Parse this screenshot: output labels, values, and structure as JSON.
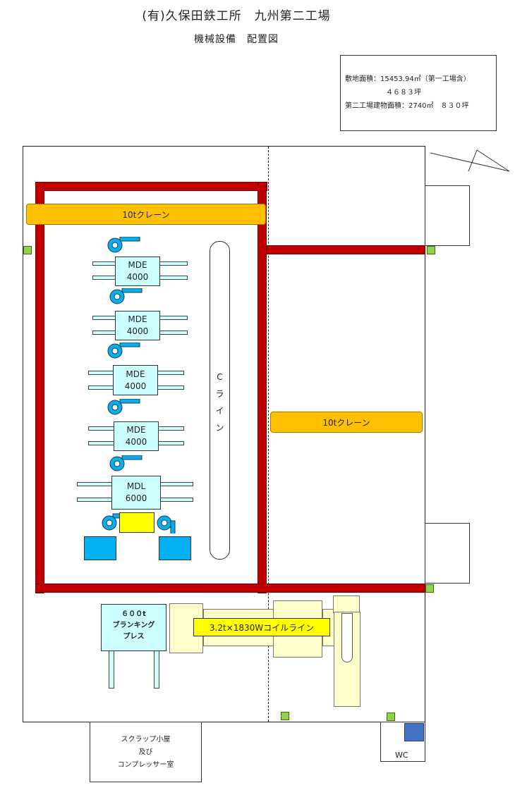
{
  "header": {
    "title": "(有)久保田鉄工所　九州第二工場",
    "subtitle": "機械設備　配置図"
  },
  "info": {
    "line1": "敷地面積：15453.94㎡（第一工場含）",
    "line2": "４６８３坪",
    "line3": "第二工場建物面積：2740㎡　８３０坪"
  },
  "cranes": {
    "left_label": "10tクレーン",
    "right_label": "10tクレーン"
  },
  "machines": [
    {
      "line1": "MDE",
      "line2": "4000"
    },
    {
      "line1": "MDE",
      "line2": "4000"
    },
    {
      "line1": "MDE",
      "line2": "4000"
    },
    {
      "line1": "MDE",
      "line2": "4000"
    },
    {
      "line1": "MDL",
      "line2": "6000"
    }
  ],
  "c_line": {
    "chars": [
      "C",
      "ラ",
      "イ",
      "ン"
    ]
  },
  "press": {
    "line1": "６００t",
    "line2": "ブランキング",
    "line3": "プレス"
  },
  "coil_line": {
    "label": "3.2t×1830Wコイルライン"
  },
  "scrap_room": {
    "line1": "スクラップ小屋",
    "line2": "及び",
    "line3": "コンプレッサー室"
  },
  "wc": {
    "label": "WC"
  },
  "colors": {
    "red_beam": "#c00000",
    "crane": "#ffc000",
    "machine": "#ccffff",
    "blue_equipment": "#00b0f0",
    "yellow": "#ffff00",
    "cream": "#ffffcc",
    "green_marker": "#92d050",
    "wc_block": "#4472c4"
  },
  "icons": [
    "north-arrow-icon",
    "blower-icon"
  ]
}
